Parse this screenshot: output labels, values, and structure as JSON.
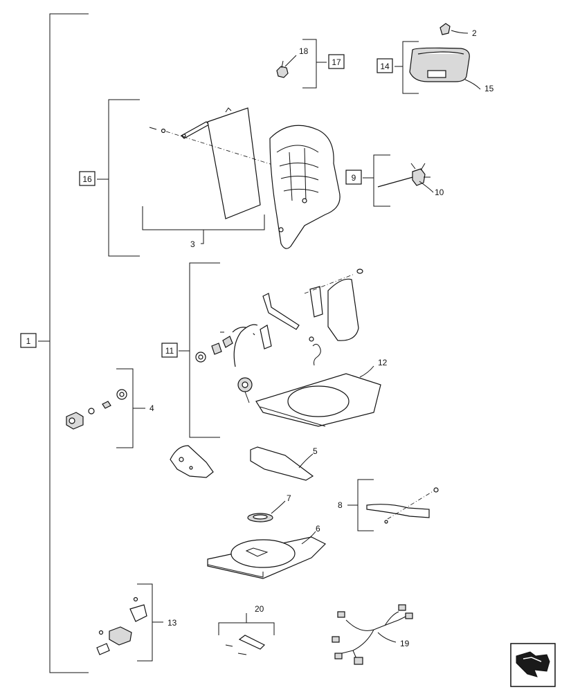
{
  "callouts": {
    "c1": "1",
    "c2": "2",
    "c3": "3",
    "c4": "4",
    "c5": "5",
    "c6": "6",
    "c7": "7",
    "c8": "8",
    "c9": "9",
    "c10": "10",
    "c11": "11",
    "c12": "12",
    "c13": "13",
    "c14": "14",
    "c15": "15",
    "c16": "16",
    "c17": "17",
    "c18": "18",
    "c19": "19",
    "c20": "20"
  },
  "icons": {
    "corner": "next-page-arrow-icon"
  }
}
